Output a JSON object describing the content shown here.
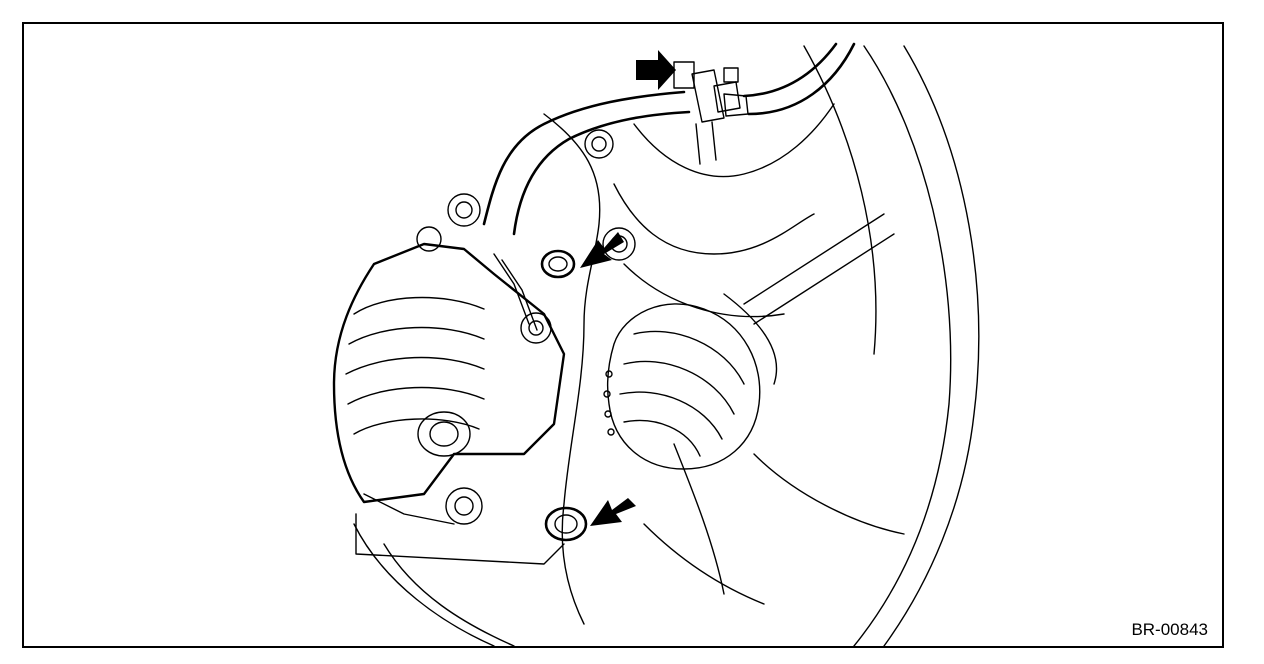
{
  "figure": {
    "id_label": "BR-00843"
  },
  "colors": {
    "line": "#000000",
    "background": "#ffffff"
  },
  "callouts": [
    {
      "name": "brake-hose-bracket-bolt-arrow",
      "icon": "arrow-right-icon"
    },
    {
      "name": "upper-caliper-mounting-bolt-arrow",
      "icon": "arrow-down-left-icon"
    },
    {
      "name": "lower-caliper-mounting-bolt-arrow",
      "icon": "arrow-down-left-icon"
    }
  ]
}
